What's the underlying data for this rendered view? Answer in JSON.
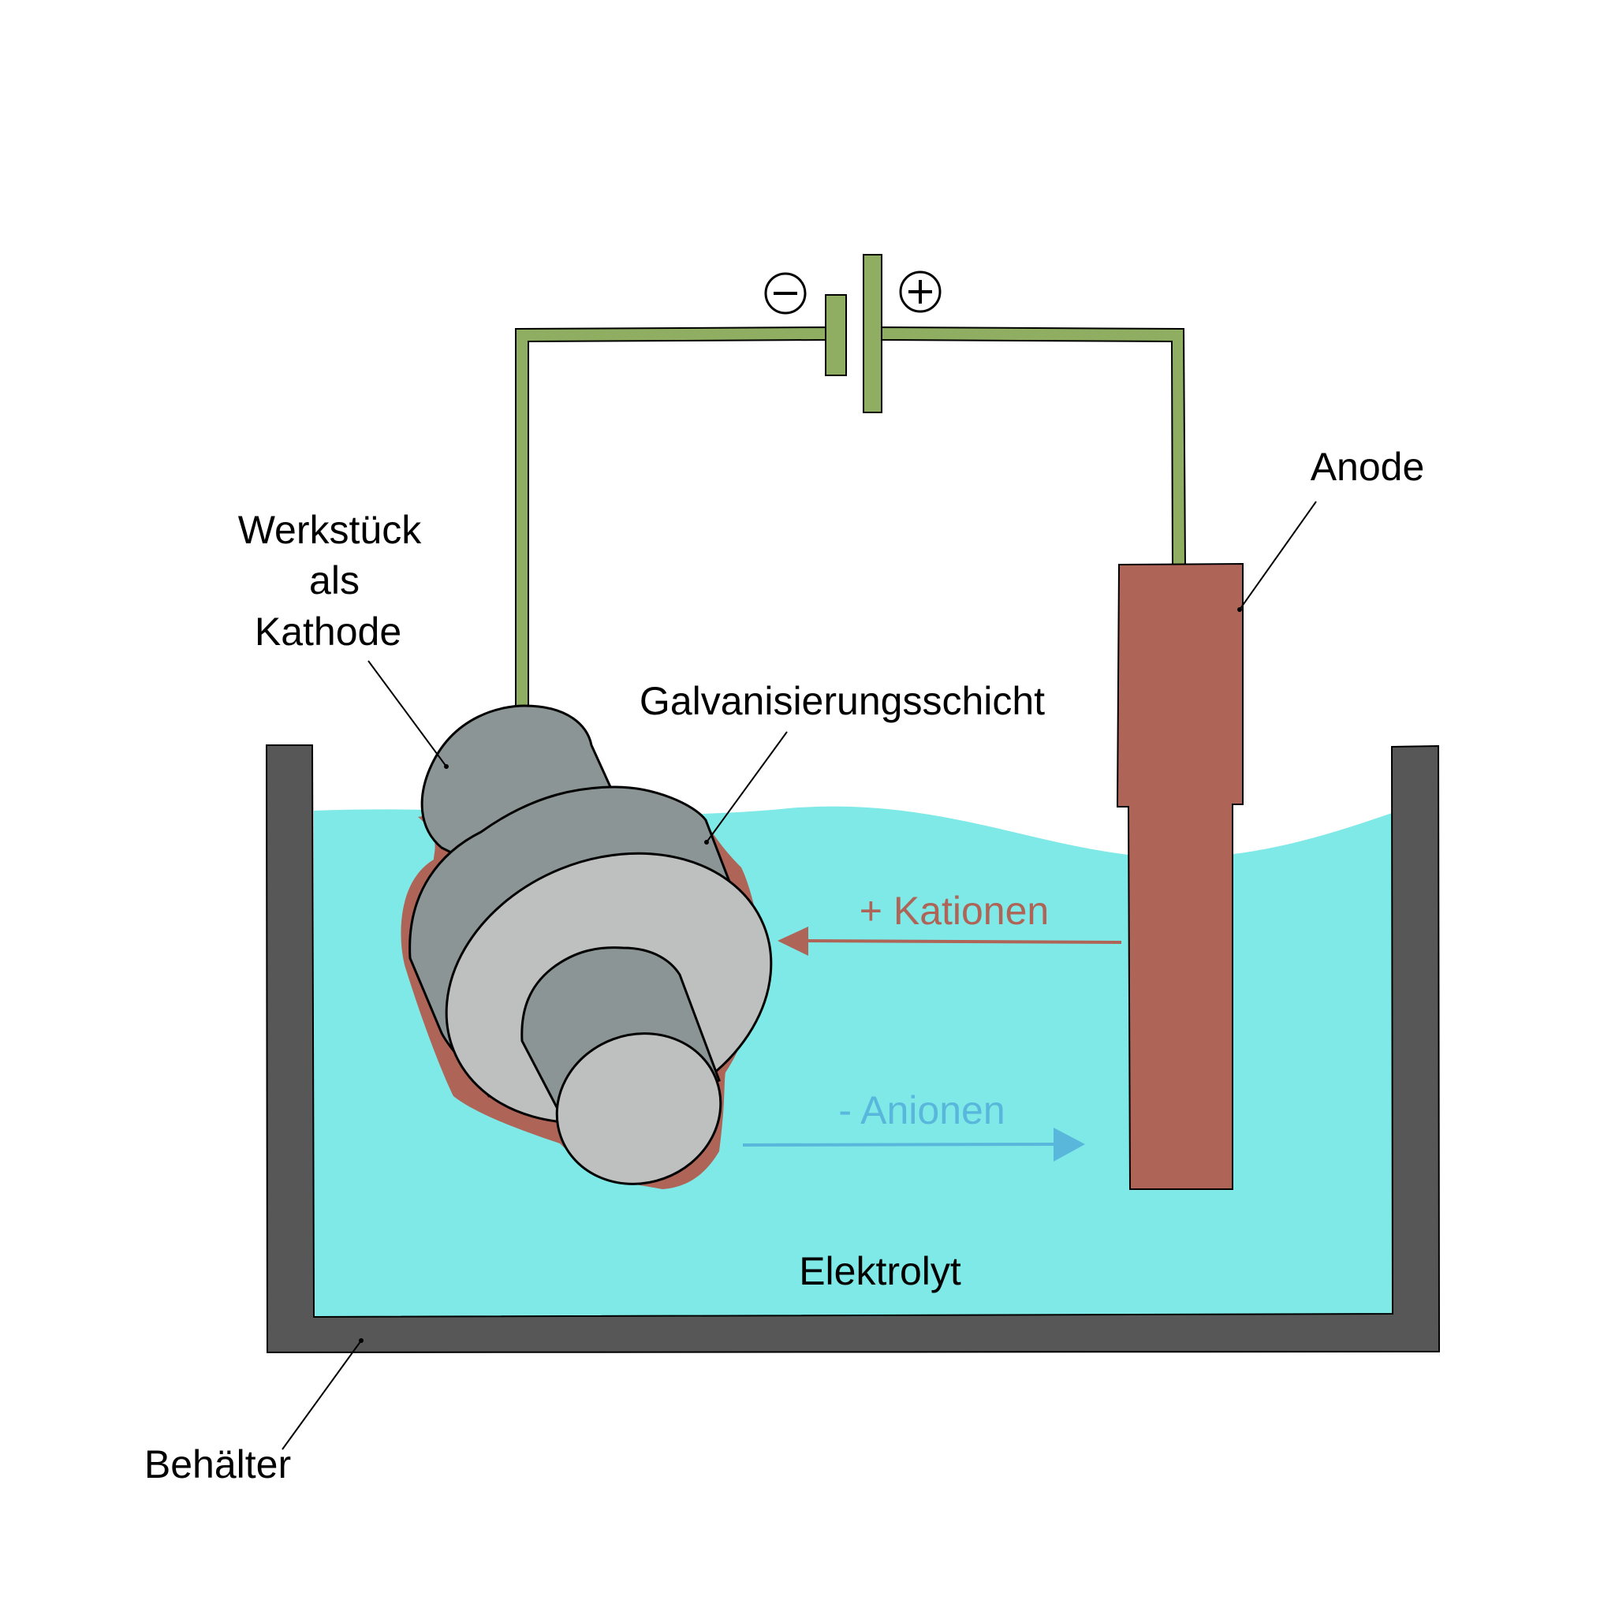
{
  "labels": {
    "workpiece_line1": "Werkstück",
    "workpiece_line2": "als",
    "workpiece_line3": "Kathode",
    "plating_layer": "Galvanisierungsschicht",
    "anode": "Anode",
    "cations": "+ Kationen",
    "anions": "- Anionen",
    "electrolyte": "Elektrolyt",
    "container": "Behälter",
    "minus_symbol": "−",
    "plus_symbol": "+"
  },
  "colors": {
    "wire": "#8fae62",
    "electrolyte": "#7ee9e7",
    "container": "#575757",
    "anode": "#ae6456",
    "plating": "#ae6456",
    "cathode_dark": "#8c9595",
    "cathode_light": "#bec0bf",
    "cations_arrow": "#ae6456",
    "anions_arrow": "#5ab7dc"
  }
}
